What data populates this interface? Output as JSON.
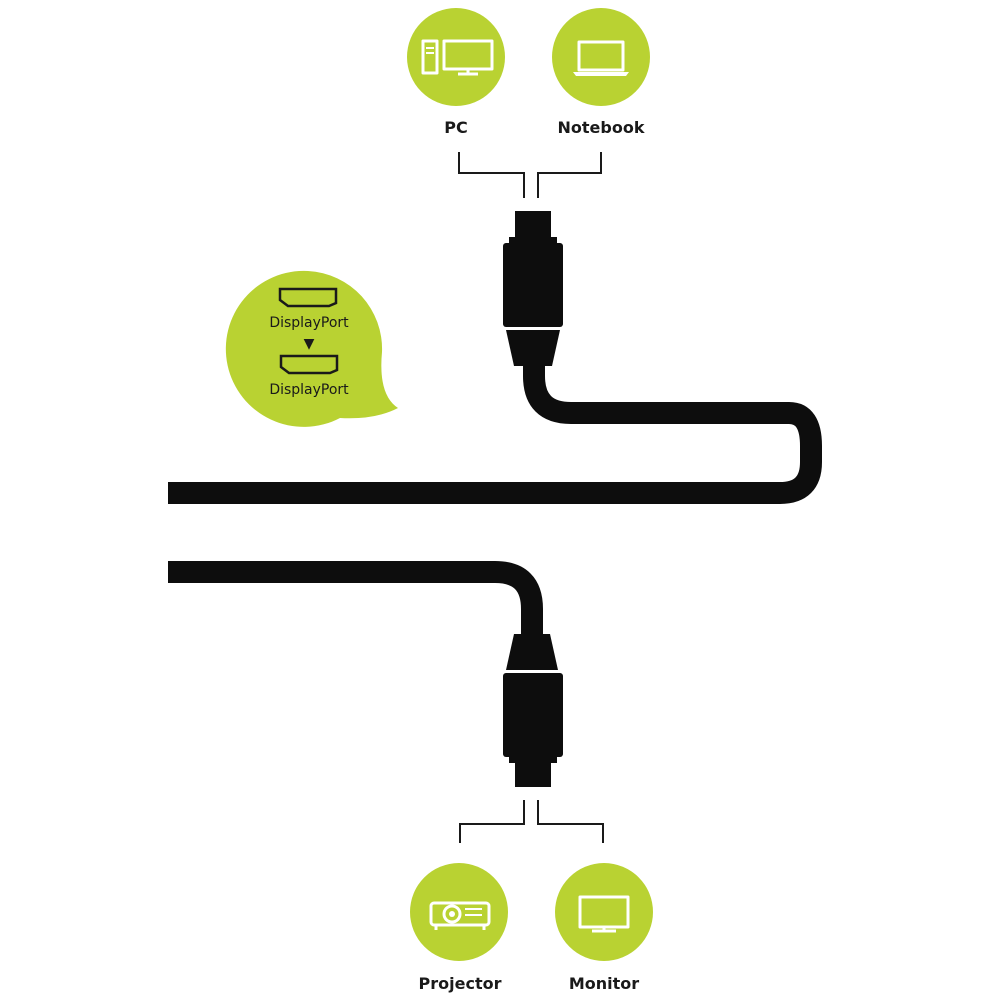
{
  "colors": {
    "accent": "#b9d232",
    "ink": "#0d0d0d",
    "background": "#ffffff"
  },
  "sources": [
    {
      "label": "PC",
      "icon": "desktop-pc-icon"
    },
    {
      "label": "Notebook",
      "icon": "notebook-icon"
    }
  ],
  "targets": [
    {
      "label": "Projector",
      "icon": "projector-icon"
    },
    {
      "label": "Monitor",
      "icon": "monitor-icon"
    }
  ],
  "connection": {
    "from_label": "DisplayPort",
    "arrow": "▼",
    "to_label": "DisplayPort"
  }
}
